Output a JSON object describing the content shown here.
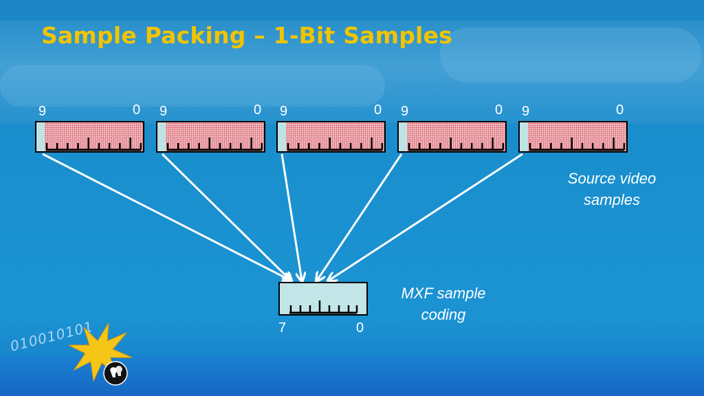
{
  "slide": {
    "title": "Sample Packing – 1-Bit Samples"
  },
  "source_registers": [
    {
      "msb_label": "9",
      "lsb_label": "0"
    },
    {
      "msb_label": "9",
      "lsb_label": "0"
    },
    {
      "msb_label": "9",
      "lsb_label": "0"
    },
    {
      "msb_label": "9",
      "lsb_label": "0"
    },
    {
      "msb_label": "9",
      "lsb_label": "0"
    }
  ],
  "source_caption": {
    "line1": "Source video",
    "line2": "samples"
  },
  "mxf_register": {
    "msb_label": "7",
    "lsb_label": "0"
  },
  "mxf_caption": {
    "line1": "MXF sample",
    "line2": "coding"
  },
  "logo": {
    "binary_text": "010010101",
    "icon": "pbs-head-icon"
  },
  "colors": {
    "title": "#f2c400",
    "background": "#1a8fce",
    "register_data": "#f3c2c6",
    "register_msb": "#bfe2e6",
    "arrow": "#ffffff",
    "starburst": "#f5c518"
  }
}
